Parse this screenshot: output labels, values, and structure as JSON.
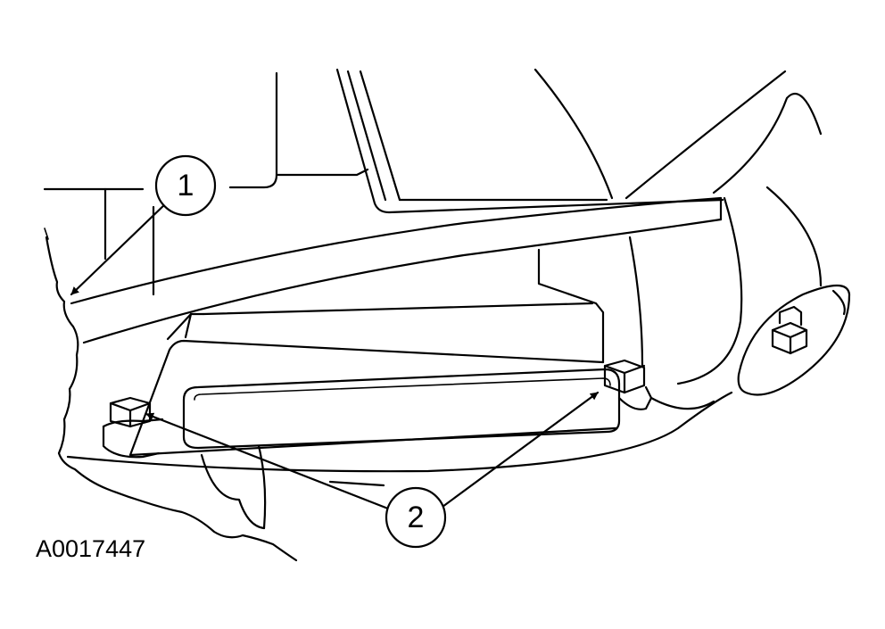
{
  "figure": {
    "reference_code": "A0017447",
    "callouts": [
      {
        "number": "1",
        "target": "component-edge-left"
      },
      {
        "number": "2",
        "target": "mount-bolts"
      }
    ]
  },
  "colors": {
    "line": "#000000",
    "background": "#ffffff"
  }
}
